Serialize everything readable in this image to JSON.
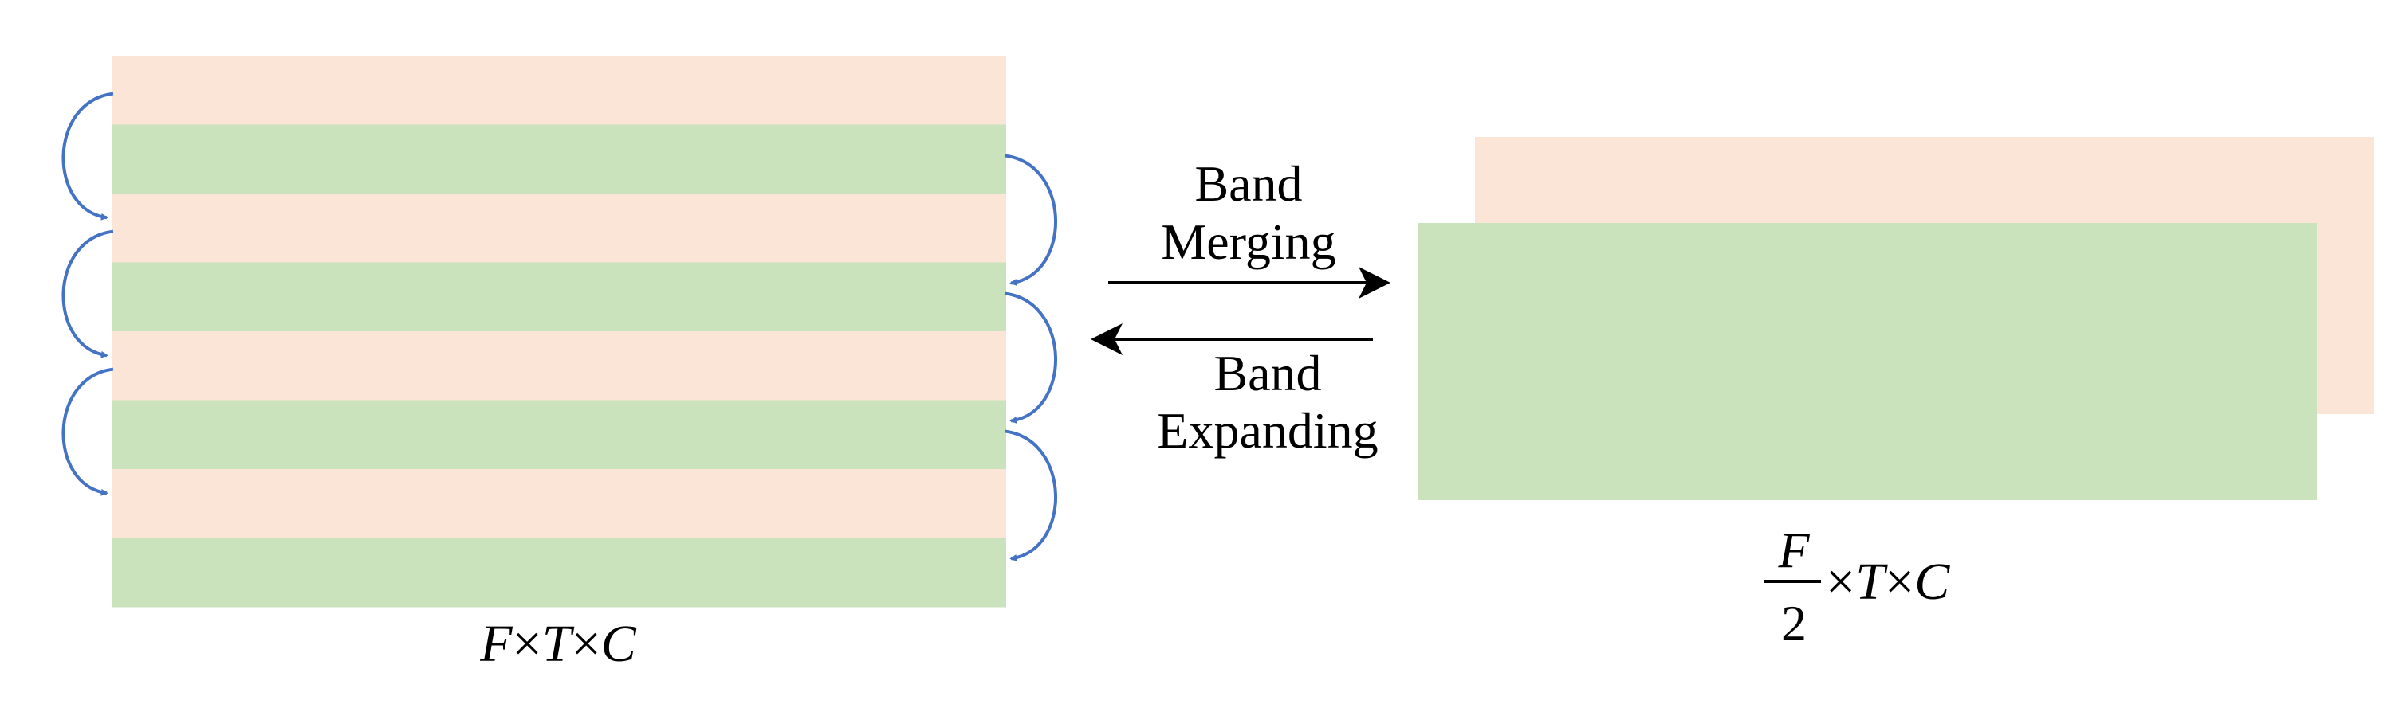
{
  "merge_label": [
    "Band",
    "Merging"
  ],
  "expand_label": [
    "Band",
    "Expanding"
  ],
  "left_dims": {
    "f": "F",
    "times1": "×",
    "t": "T",
    "times2": "×",
    "c": "C"
  },
  "right_dims": {
    "numerator": "F",
    "denominator": "2",
    "times1": "×",
    "t": "T",
    "times2": "×",
    "c": "C"
  },
  "colors": {
    "band_peach": "#fae5d7",
    "band_green": "#cbe3bd",
    "arc_blue": "#4472c4",
    "arrow_black": "#000000"
  },
  "left_bands": [
    "peach",
    "green",
    "peach",
    "green",
    "peach",
    "green",
    "peach",
    "green"
  ],
  "left_arcs": 3,
  "right_arcs": 3
}
